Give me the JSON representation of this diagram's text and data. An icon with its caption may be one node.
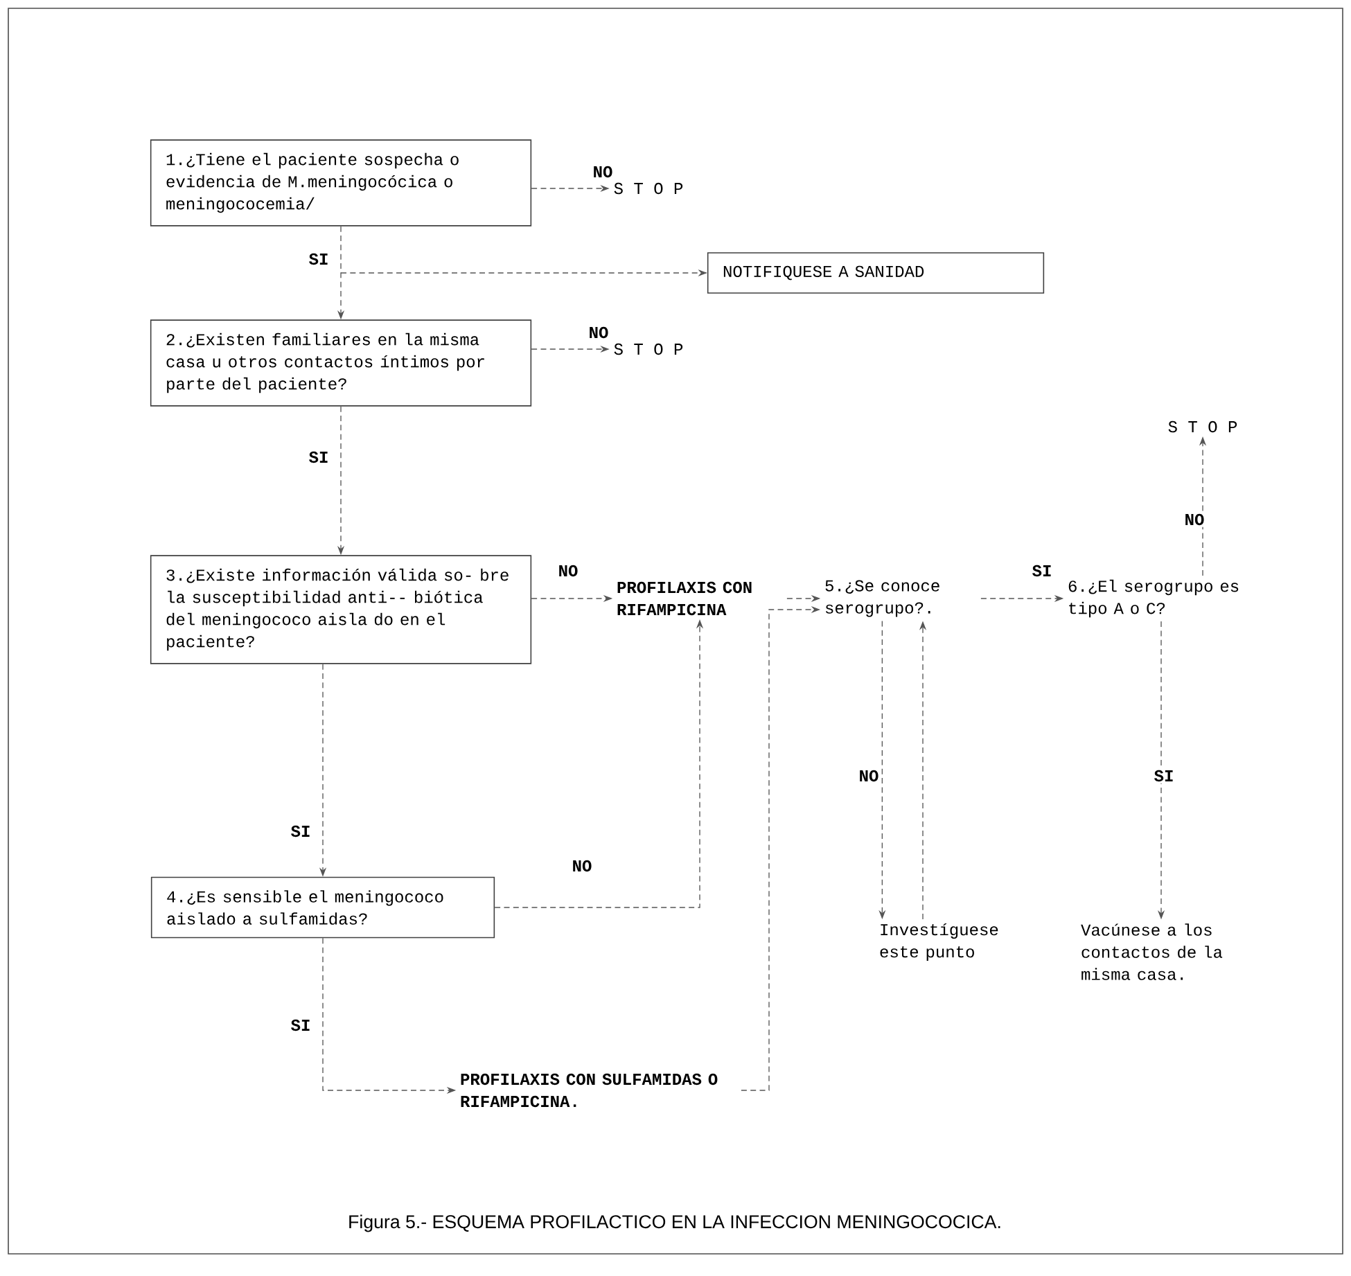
{
  "diagram": {
    "caption": "Figura 5.- ESQUEMA PROFILACTICO EN LA INFECCION MENINGOCOCICA.",
    "nodes": [
      {
        "text": [
          "1.¿Tiene el paciente sospecha o evidencia de M.meningocócica o meningococemia/"
        ]
      },
      {
        "text": [
          "S T O P"
        ]
      },
      {
        "text": [
          "NOTIFIQUESE A SANIDAD"
        ]
      },
      {
        "text": [
          "2.¿Existen familiares en la misma casa u otros contactos íntimos por parte del paciente?"
        ]
      },
      {
        "text": [
          "S T O P"
        ]
      },
      {
        "text": [
          "3.¿Existe información válida so- bre la susceptibilidad anti-- biótica del meningococo aisla do en el paciente?"
        ]
      },
      {
        "text": [
          "PROFILAXIS CON RIFAMPICINA"
        ]
      },
      {
        "text": [
          "5.¿Se conoce serogrupo?."
        ]
      },
      {
        "text": [
          "6.¿El serogrupo es tipo A o C?"
        ]
      },
      {
        "text": [
          "S T O P"
        ]
      },
      {
        "text": [
          "4.¿Es sensible el meningococo aislado a sulfamidas?"
        ]
      },
      {
        "text": [
          "Investíguese este punto"
        ]
      },
      {
        "text": [
          "Vacúnese a los contactos de la misma casa."
        ]
      },
      {
        "text": [
          "PROFILAXIS CON SULFAMIDAS O RIFAMPICINA."
        ]
      }
    ],
    "edges": [
      {
        "from": 0,
        "to": 1,
        "arrow": "to",
        "label": "NO"
      },
      {
        "from": 0,
        "to": 3,
        "arrow": "to",
        "label": "SI"
      },
      {
        "from": 0,
        "to": 2,
        "arrow": "to"
      },
      {
        "from": 3,
        "to": 4,
        "arrow": "to",
        "label": "NO"
      },
      {
        "from": 3,
        "to": 5,
        "arrow": "to",
        "label": "SI"
      },
      {
        "from": 5,
        "to": 6,
        "arrow": "to",
        "label": "NO"
      },
      {
        "from": 5,
        "to": 10,
        "arrow": "to",
        "label": "SI"
      },
      {
        "from": 10,
        "to": 6,
        "arrow": "to",
        "label": "NO"
      },
      {
        "from": 6,
        "to": 7,
        "arrow": "to"
      },
      {
        "from": 10,
        "to": 13,
        "arrow": "to",
        "label": "SI"
      },
      {
        "from": 13,
        "to": 7,
        "arrow": "to"
      },
      {
        "from": 7,
        "to": 8,
        "arrow": "to",
        "label": "SI"
      },
      {
        "from": 7,
        "to": 11,
        "arrow": "to",
        "label": "NO"
      },
      {
        "from": 11,
        "to": 7,
        "arrow": "to"
      },
      {
        "from": 8,
        "to": 9,
        "arrow": "to",
        "label": "NO"
      },
      {
        "from": 8,
        "to": 12,
        "arrow": "to",
        "label": "SI"
      }
    ]
  }
}
